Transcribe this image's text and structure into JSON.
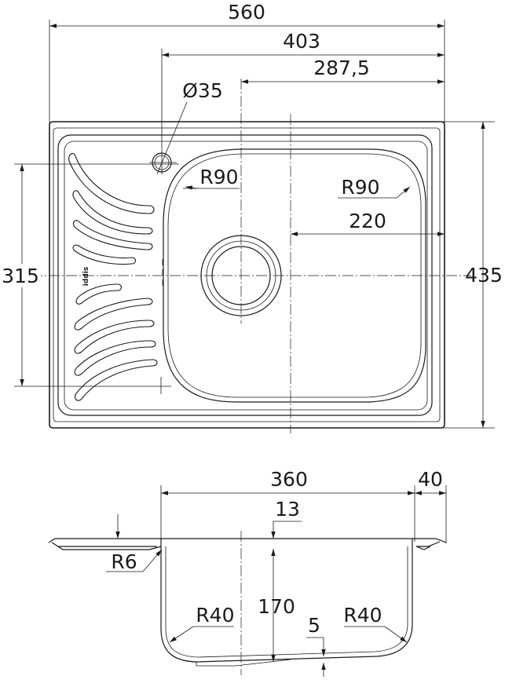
{
  "top_view": {
    "overall_width": "560",
    "drain_center_from_right": "403",
    "bowl_center_from_right": "287,5",
    "tap_hole_diameter": "Ø35",
    "corner_radius_left": "R90",
    "corner_radius_right": "R90",
    "half_bowl_width": "220",
    "overall_depth": "435",
    "drainer_grooves_span": "315",
    "brand_mark": "iddis"
  },
  "section_view": {
    "bowl_width": "360",
    "rim_width": "40",
    "rim_thickness": "13",
    "edge_radius": "R6",
    "bowl_depth": "170",
    "bottom_radius_left": "R40",
    "bottom_radius_right": "R40",
    "bottom_slope": "5"
  }
}
